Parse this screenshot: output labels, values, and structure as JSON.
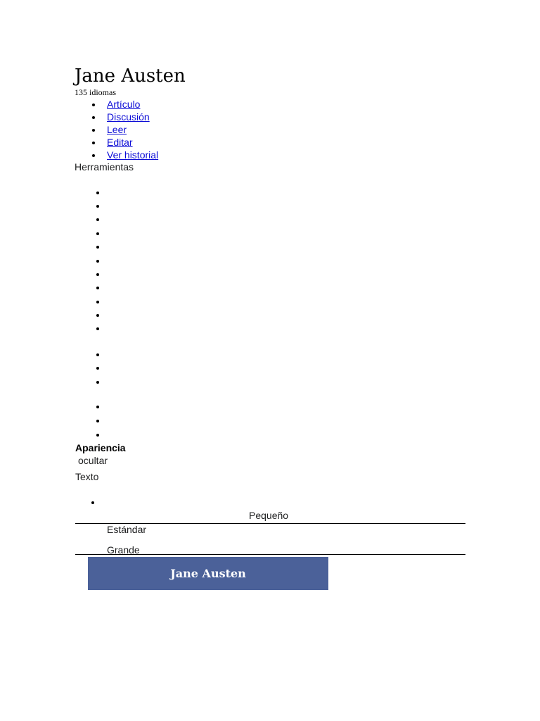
{
  "page": {
    "title": "Jane Austen",
    "languages": "135 idiomas"
  },
  "nav": {
    "items": [
      {
        "label": "Artículo"
      },
      {
        "label": "Discusión"
      },
      {
        "label": "Leer"
      },
      {
        "label": "Editar"
      },
      {
        "label": "Ver historial"
      }
    ],
    "link_color": "#0b0bd6"
  },
  "tools": {
    "label": "Herramientas"
  },
  "appearance": {
    "label": "Apariencia",
    "hide_label": "ocultar",
    "text_label": "Texto",
    "options": {
      "small": "Pequeño",
      "standard": "Estándar",
      "large": "Grande"
    }
  },
  "banner": {
    "title": "Jane Austen",
    "background": "#4b6199"
  }
}
